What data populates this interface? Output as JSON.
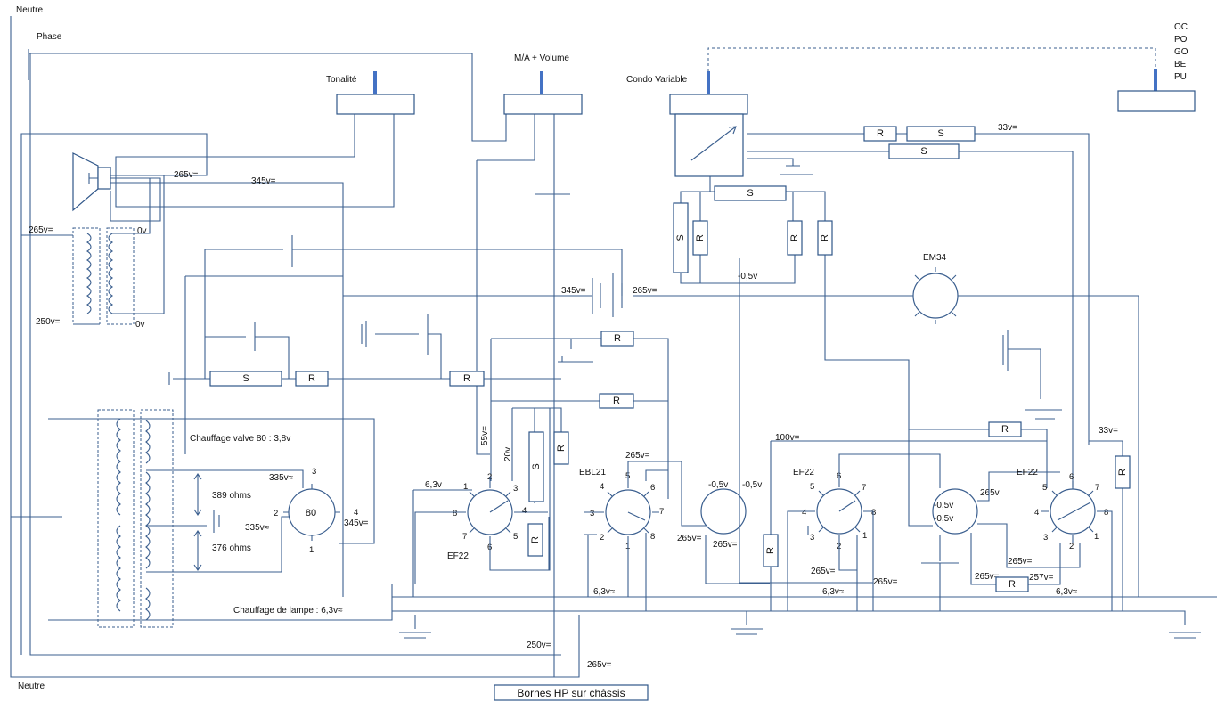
{
  "mains": {
    "neutre_top": "Neutre",
    "phase": "Phase",
    "neutre_bottom": "Neutre"
  },
  "controls": {
    "tonalite": "Tonalité",
    "volume": "M/A + Volume",
    "condo": "Condo Variable"
  },
  "bands": [
    "OC",
    "PO",
    "GO",
    "BE",
    "PU"
  ],
  "transformer": {
    "heater_valve": "Chauffage valve 80 : 3,8v",
    "ohms_a": "389 ohms",
    "ohms_b": "376 ohms",
    "heater_lamp": "Chauffage de lampe : 6,3v≈"
  },
  "tubes": {
    "rect": {
      "name": "80",
      "p1": "1",
      "p2": "2",
      "p3": "3",
      "p4": "4"
    },
    "ef22a": {
      "name": "EF22",
      "p1": "1",
      "p2": "2",
      "p3": "3",
      "p4": "4",
      "p5": "5",
      "p6": "6",
      "p7": "7",
      "p8": "8"
    },
    "ebl21": {
      "name": "EBL21",
      "p1": "1",
      "p2": "2",
      "p3": "3",
      "p4": "4",
      "p5": "5",
      "p6": "6",
      "p7": "7",
      "p8": "8"
    },
    "ef22b": {
      "name": "EF22",
      "p1": "1",
      "p2": "2",
      "p3": "3",
      "p4": "4",
      "p5": "5",
      "p6": "6",
      "p7": "7",
      "p8": "8"
    },
    "ef22c": {
      "name": "EF22",
      "p1": "1",
      "p2": "2",
      "p3": "3",
      "p4": "4",
      "p5": "5",
      "p6": "6",
      "p7": "7",
      "p8": "8"
    },
    "em34": {
      "name": "EM34"
    }
  },
  "parts": {
    "r": "R",
    "s": "S"
  },
  "voltages": {
    "v265_spk": "265v=",
    "v345_spk": "345v=",
    "v265_out": "265v=",
    "v0_a": "0v",
    "v250_out": "250v=",
    "v0_b": "0v",
    "v345_mid": "345v=",
    "v265_mid": "265v=",
    "v55": "55v=",
    "v20": "20v",
    "v63_pin1": "6,3v",
    "v335_a": "335v≈",
    "v335_b": "335v≈",
    "v345_rect": "345v=",
    "v265_ebl": "265v=",
    "v05_a": "-0,5v",
    "v05_b": "-0,5v",
    "v05_c": "-0,5v",
    "v265_d1": "265v=",
    "v265_d2": "265v=",
    "v63_ebl": "6,3v≈",
    "v100": "100v=",
    "v265_ef22b": "265v=",
    "v63_ef22b": "6,3v≈",
    "v265_line": "265v=",
    "v05_d1": "-0,5v",
    "v05_d2": "-0,5v",
    "v265_d3": "265v",
    "v265_e": "265v=",
    "v265_f": "265v=",
    "v257": "257v=",
    "v63_ef22c": "6,3v≈",
    "v33_top": "33v=",
    "v33_mid": "33v=",
    "v250_bot": "250v=",
    "v265_bot": "265v="
  },
  "hp": "Bornes HP sur châssis"
}
